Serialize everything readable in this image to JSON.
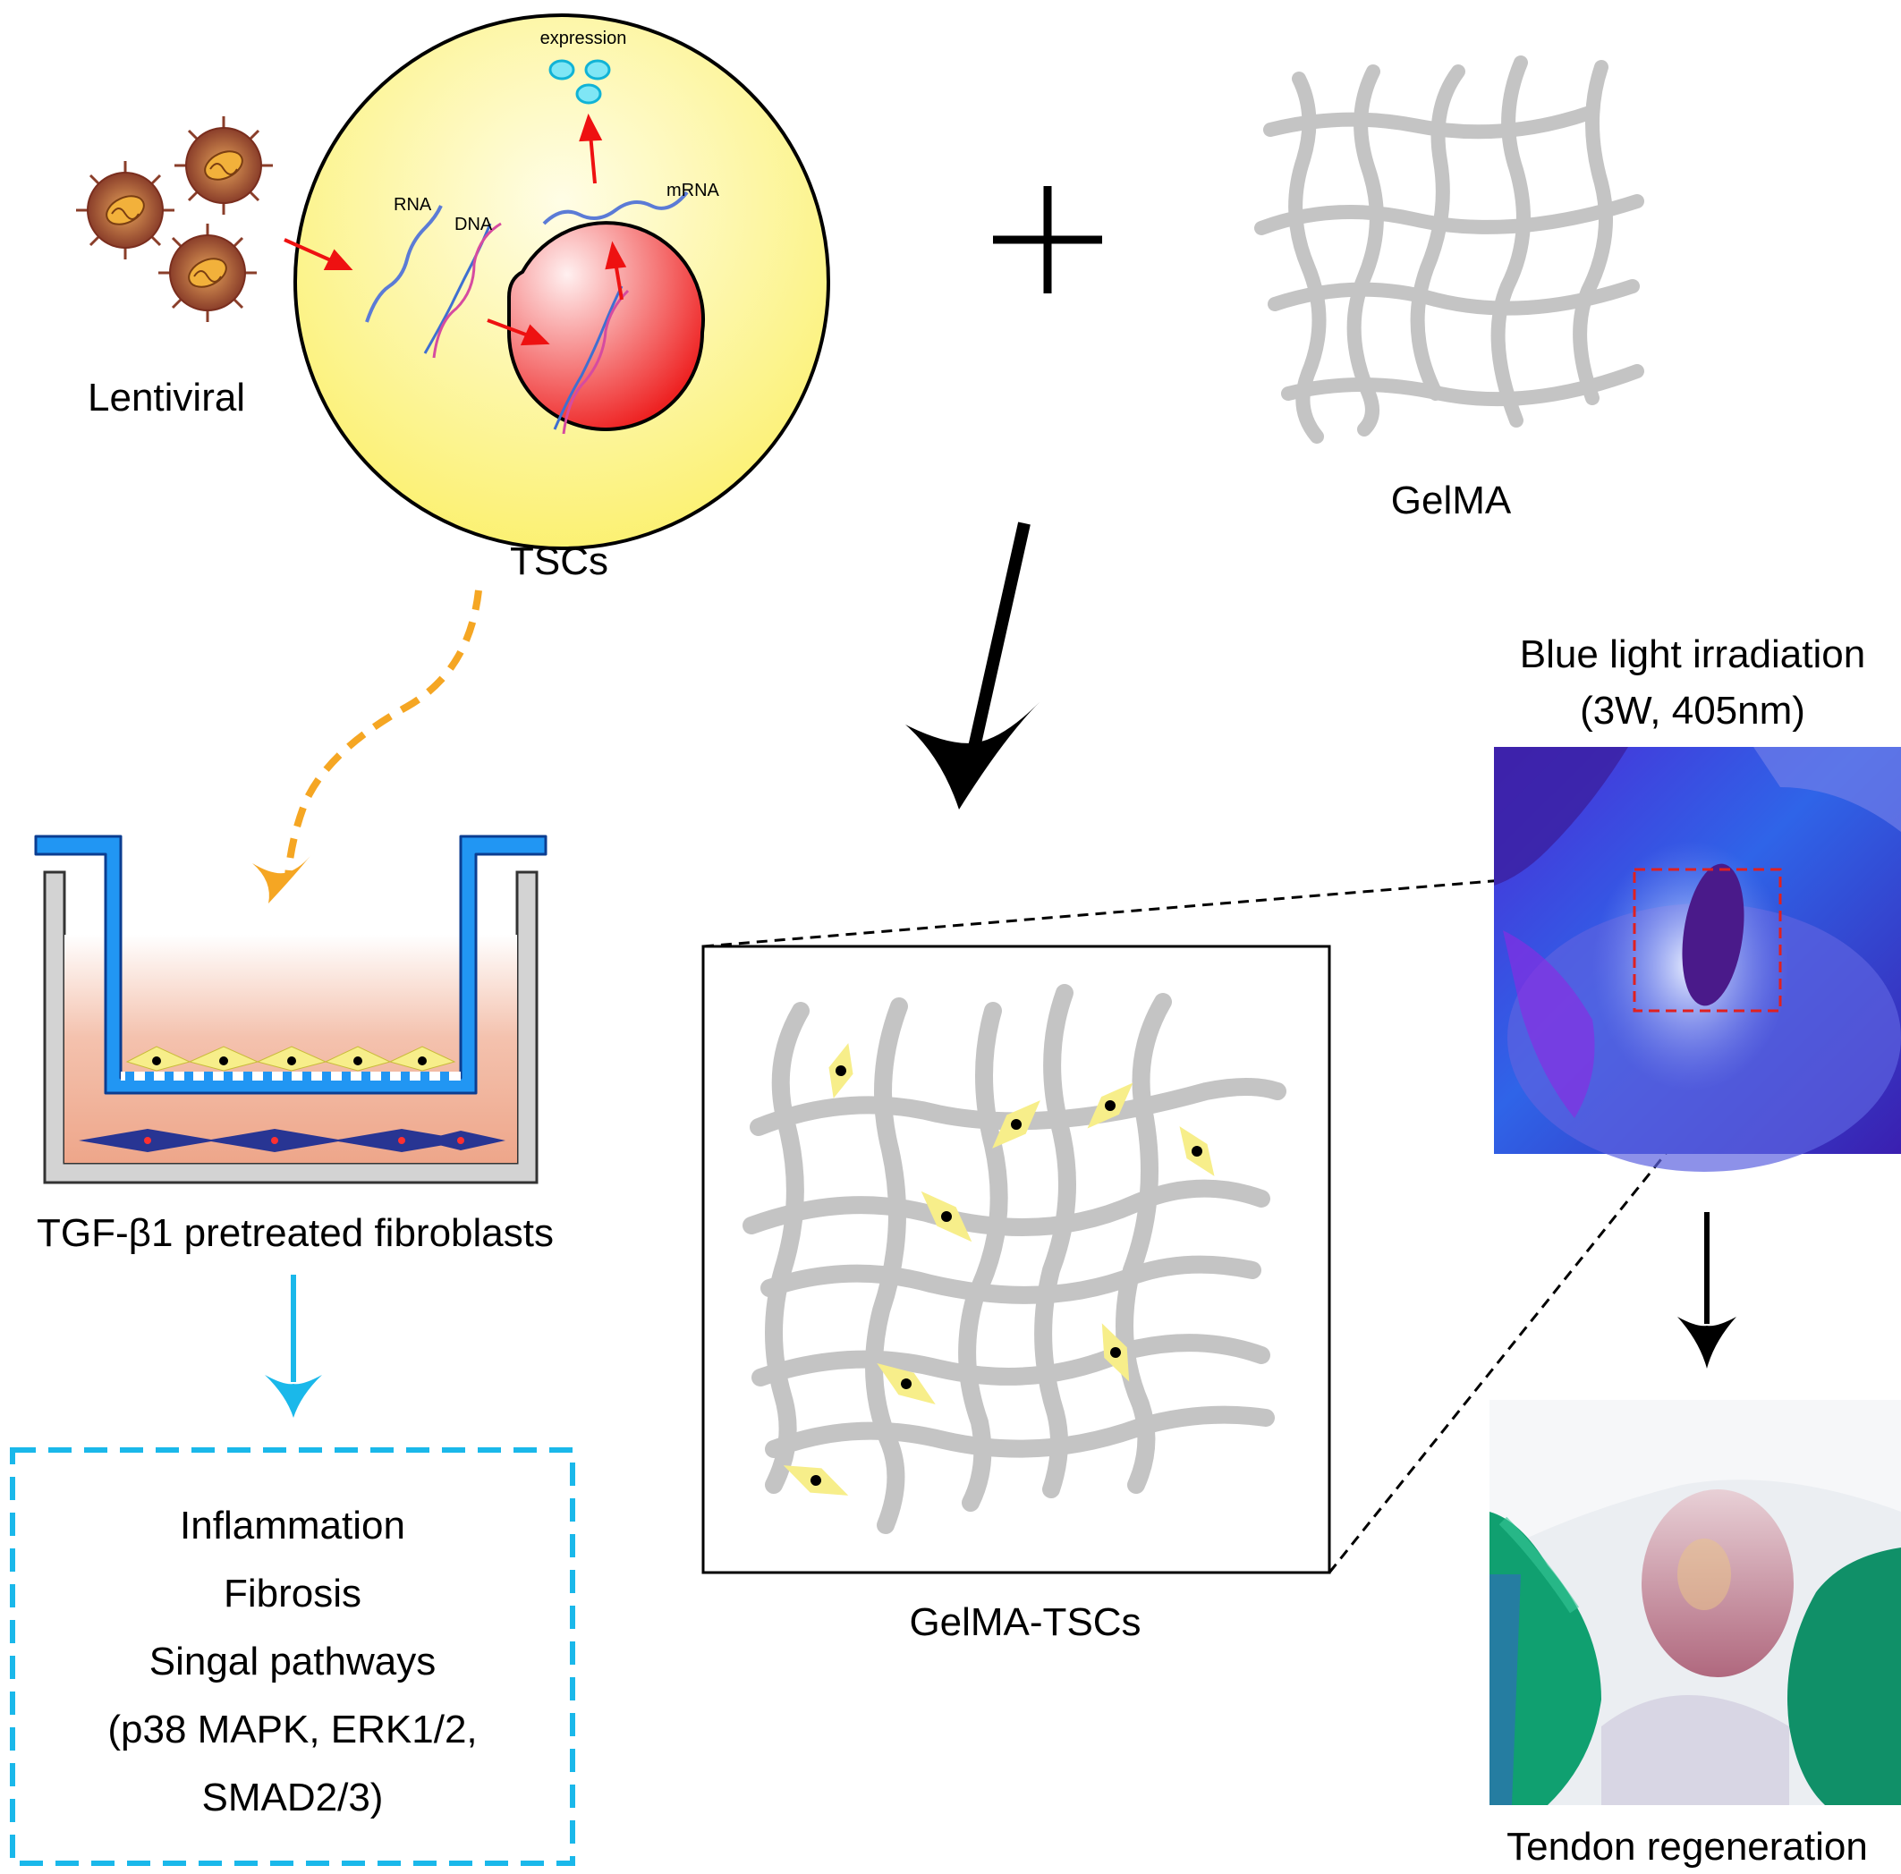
{
  "labels": {
    "lentiviral": "Lentiviral",
    "tscs": "TSCs",
    "gelma": "GelMA",
    "gelma_tscs": "GelMA-TSCs",
    "fibroblasts": "TGF-β1 pretreated fibroblasts",
    "blue_light_line1": "Blue light irradiation",
    "blue_light_line2": "(3W, 405nm)",
    "tendon_regeneration": "Tendon regeneration"
  },
  "cell_labels": {
    "expression": "expression",
    "rna": "RNA",
    "dna": "DNA",
    "mrna": "mRNA"
  },
  "effects": [
    "Inflammation",
    "Fibrosis",
    "Singal pathways",
    "(p38 MAPK, ERK1/2,",
    "SMAD2/3)"
  ],
  "colors": {
    "cytoplasm": "#fbf06a",
    "nucleus": "#ee2222",
    "arrow_red": "#ee1111",
    "arrow_orange": "#f5a623",
    "arrow_blue": "#1ab8ea",
    "transwell_blue": "#2196f3",
    "scaffold_gray": "#c4c4c4",
    "cell_yellow": "#f7ee8a",
    "fibroblast_navy": "#283593"
  }
}
